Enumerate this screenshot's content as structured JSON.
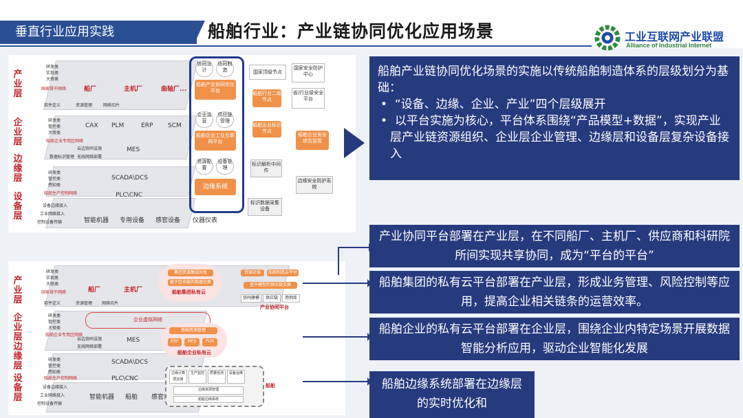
{
  "header": {
    "section_tab": "垂直行业应用实践",
    "title": "船舶行业：产业链协同优化应用场景",
    "logo_cn": "工业互联网产业联盟",
    "logo_en": "Alliance of Industrial Internet"
  },
  "top_diagram": {
    "layers": [
      "产业层",
      "企业层",
      "边缘层",
      "设备层"
    ],
    "industry_items": [
      "研发类",
      "实现类",
      "大修类"
    ],
    "industry_network": "国家骨干网络",
    "industry_nodes": [
      "船厂",
      "主机厂",
      "曲轴厂..."
    ],
    "industry_sub": [
      "软件定义",
      "资源管理",
      "网络切片"
    ],
    "enterprise_items": [
      "研发类",
      "管控类",
      "大修类"
    ],
    "enterprise_network": "船舶企业专用区网络",
    "enterprise_nodes": [
      "CAX",
      "PLM",
      "ERP",
      "SCM",
      "MES"
    ],
    "enterprise_sub": [
      "云边协同设施",
      "数据标识管理",
      "无线网络部署"
    ],
    "edge_items": [
      "研发类",
      "管控类",
      "感知类"
    ],
    "edge_network": "船舶生产控制网络",
    "edge_nodes": [
      "SCADA\\DCS",
      "PLC\\CNC"
    ],
    "device_sub": [
      "设备边缘接入",
      "工业网络接入",
      "控制设备传输"
    ],
    "devices": [
      "智能机器",
      "专用设备",
      "感官设备",
      "仪器仪表"
    ],
    "center_column": {
      "top_circles": [
        "协同设计",
        "协同制造"
      ],
      "top_box": "船舶产业协同优化平台",
      "mid_circles": [
        "企业运营",
        "供应链管理"
      ],
      "mid_box": "船舶企业工业互联网平台",
      "low_circles": [
        "资源配置",
        "设备管理"
      ],
      "low_box": "边缘系统"
    },
    "right_nodes": {
      "national": "国家顶级节点",
      "security_center": "国家安全防护中心",
      "secondary": "船舶行业二级节点",
      "provincial": "省/行业级安全平台",
      "enterprise_node": "船舶企业标识节点",
      "enterprise_security": "船舶企业安全综合监管",
      "middleware": "标识解析中间件",
      "edge_security": "边缘安全防护系统",
      "collection": "标识数据采集设备"
    }
  },
  "bottom_diagram": {
    "layers": [
      "产业层",
      "企业层",
      "边缘层",
      "设备层"
    ],
    "industry_items": [
      "研发类",
      "实现类",
      "大修类"
    ],
    "industry_network": "国家骨干网络",
    "industry_nodes": [
      "船厂",
      "主机厂"
    ],
    "industry_sub": [
      "软件定义",
      "资源管理",
      "网络切片"
    ],
    "cloud_top_items": [
      "集团资源集成共享",
      "基于区块链的数据交换"
    ],
    "cloud_top_label": "船舶集团私有云",
    "platform_items": [
      "资源对接",
      "船舶制造云平台",
      "基于模型的供应链交换"
    ],
    "platform_sub": [
      "协同建模",
      "供应链",
      "用例库"
    ],
    "platform_label": "产业协同平台",
    "vpn_label": "企业虚拟网络",
    "enterprise_items": [
      "研发类",
      "管控类",
      "大修类"
    ],
    "enterprise_network": "船舶企业专用区网络",
    "enterprise_sub": [
      "云边协同设施",
      "无线网络部署"
    ],
    "mes": "MES",
    "enterprise_cloud_items": [
      "基础资源管理",
      "ERP",
      "MES",
      "PLM"
    ],
    "enterprise_cloud_label": "船舶企业私有云",
    "edge_items": [
      "研发类",
      "管控类",
      "感知类"
    ],
    "edge_network": "船舶生产控制网络",
    "edge_nodes": [
      "SCADA\\DCS",
      "PLC\\CNC"
    ],
    "device_sub": [
      "设备边缘接入",
      "工业网络接入",
      "控制设备传输"
    ],
    "devices": [
      "智能机器",
      "船舶",
      "感官设备"
    ],
    "edge_modules": [
      "边缘计算层应用",
      "生产监控",
      "质量检测",
      "设备运维",
      "边缘资源管理"
    ],
    "edge_bottom": "船舶边缘系统",
    "ship_label": "船舶"
  },
  "callouts": {
    "main_intro": "船舶产业链协同优化场景的实施以传统船舶制造体系的层级划分为基础：",
    "main_b1": "“设备、边缘、企业、产业”四个层级展开",
    "main_b2": "以平台实施为核心，平台体系围绕“产品模型+数据”，实现产业层产业链资源组织、企业层企业管理、边缘层和设备层复杂设备接入",
    "c1": "产业协同平台部署在产业层，在不同船厂、主机厂、供应商和科研院所间实现共享协同，成为“平台的平台”",
    "c2": "船舶集团的私有云平台部署在产业层，形成业务管理、风险控制等应用，提高企业相关链条的运营效率。",
    "c3": "船舶企业的私有云平台部署在企业层，围绕企业内特定场景开展数据智能分析应用，驱动企业智能化发展",
    "c4_line1": "船舶边缘系统部署在边缘层",
    "c4_line2": "的实时优化和"
  }
}
